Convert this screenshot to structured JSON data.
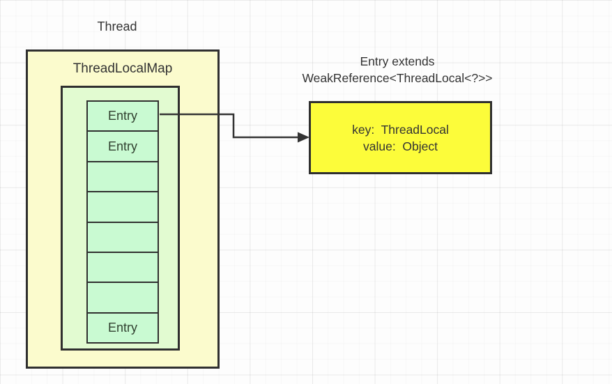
{
  "diagram": {
    "thread_label": "Thread",
    "map_box": {
      "title": "ThreadLocalMap",
      "fill": "#fbfbcd",
      "slots_fill": "#e2fbd1",
      "cell_fill": "#c9fad2",
      "border_color": "#2f2f2f",
      "cells": [
        {
          "label": "Entry"
        },
        {
          "label": "Entry"
        },
        {
          "label": ""
        },
        {
          "label": ""
        },
        {
          "label": ""
        },
        {
          "label": ""
        },
        {
          "label": ""
        },
        {
          "label": "Entry"
        }
      ]
    },
    "annotation": {
      "line1": "Entry extends",
      "line2": "WeakReference<ThreadLocal<?>>"
    },
    "entry_detail_box": {
      "line1": "key:  ThreadLocal",
      "line2": "value:  Object",
      "fill": "#fcfc3a",
      "border_color": "#2f2f2f"
    },
    "arrow": {
      "color": "#333333"
    }
  }
}
